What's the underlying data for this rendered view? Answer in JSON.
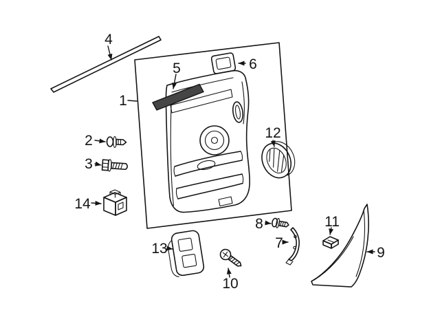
{
  "colors": {
    "line": "#141414",
    "bg": "#ffffff",
    "insert": "#454545"
  },
  "callouts": {
    "p1": "1",
    "p2": "2",
    "p3": "3",
    "p4": "4",
    "p5": "5",
    "p6": "6",
    "p7": "7",
    "p8": "8",
    "p9": "9",
    "p10": "10",
    "p11": "11",
    "p12": "12",
    "p13": "13",
    "p14": "14"
  }
}
